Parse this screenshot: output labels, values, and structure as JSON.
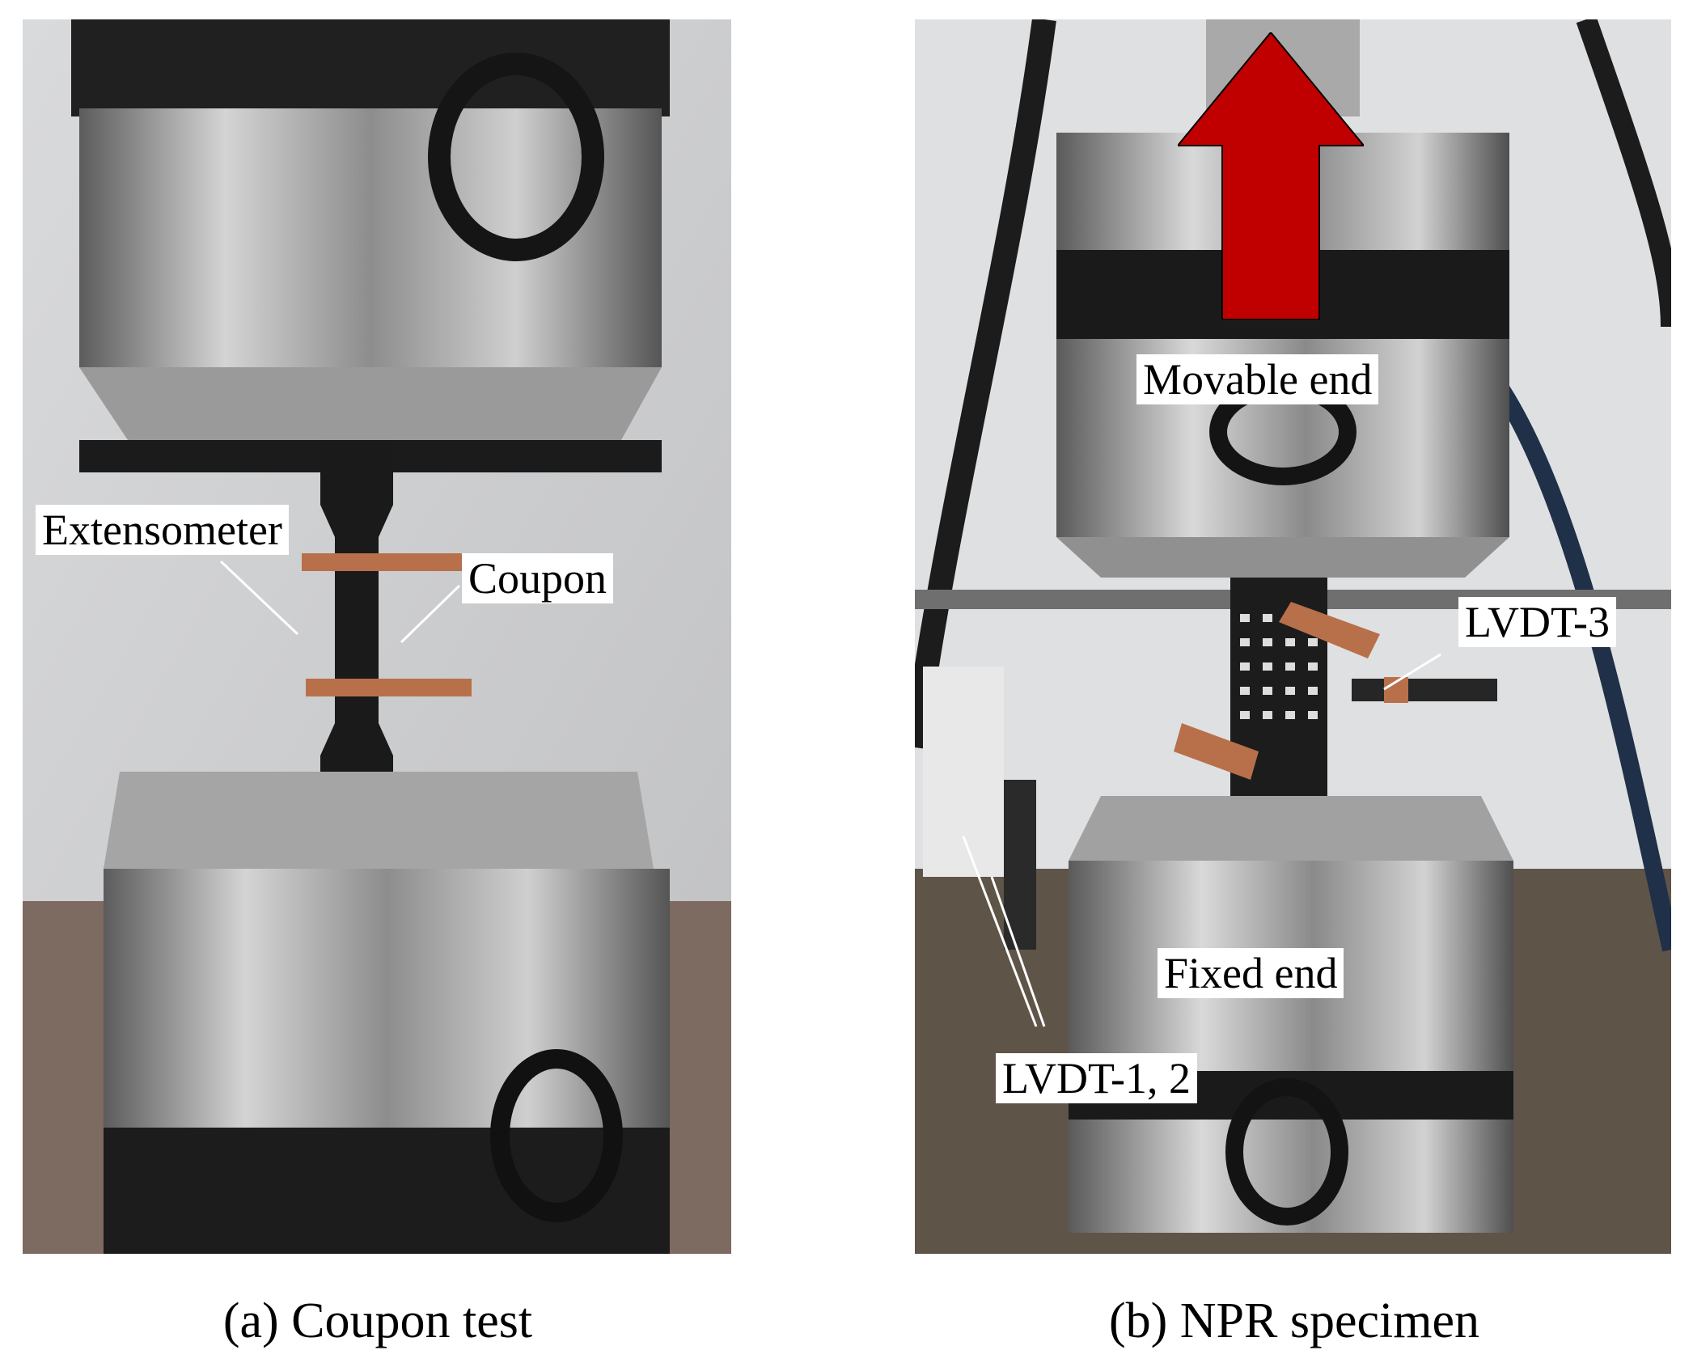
{
  "panels": {
    "a": {
      "caption": "(a) Coupon test",
      "labels": {
        "extensometer": "Extensometer",
        "coupon": "Coupon"
      }
    },
    "b": {
      "caption": "(b) NPR specimen",
      "labels": {
        "movable_end": "Movable end",
        "lvdt3": "LVDT-3",
        "fixed_end": "Fixed end",
        "lvdt12": "LVDT-1, 2"
      }
    }
  },
  "colors": {
    "arrow": "#c00000",
    "copper": "#b8704a",
    "steel": "#b9b9b9"
  }
}
